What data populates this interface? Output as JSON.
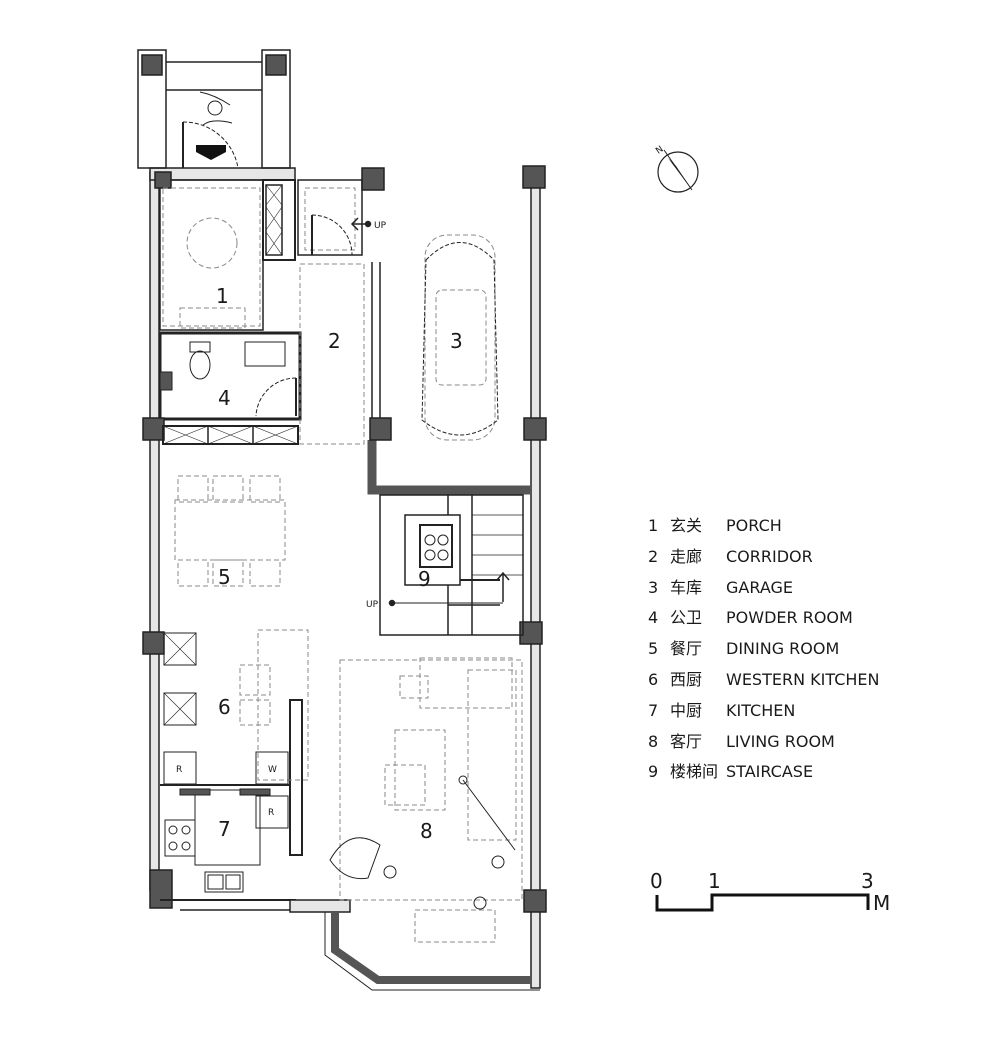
{
  "rooms": [
    {
      "num": "1",
      "cn": "玄关",
      "en": "PORCH"
    },
    {
      "num": "2",
      "cn": "走廊",
      "en": "CORRIDOR"
    },
    {
      "num": "3",
      "cn": "车库",
      "en": "GARAGE"
    },
    {
      "num": "4",
      "cn": "公卫",
      "en": "POWDER ROOM"
    },
    {
      "num": "5",
      "cn": "餐厅",
      "en": "DINING ROOM"
    },
    {
      "num": "6",
      "cn": "西厨",
      "en": "WESTERN KITCHEN"
    },
    {
      "num": "7",
      "cn": "中厨",
      "en": "KITCHEN"
    },
    {
      "num": "8",
      "cn": "客厅",
      "en": "LIVING ROOM"
    },
    {
      "num": "9",
      "cn": "楼梯间",
      "en": "STAIRCASE"
    }
  ],
  "annotations": {
    "up_1": "UP",
    "up_2": "UP",
    "north": "N"
  },
  "appliances": {
    "fridge": "R",
    "washer": "W",
    "fridge_2": "R"
  },
  "scale": {
    "t0": "0",
    "t1": "1",
    "t3": "3",
    "unit": "M"
  },
  "colors": {
    "wall": "#555555",
    "line": "#222222",
    "dashed": "#999999"
  }
}
